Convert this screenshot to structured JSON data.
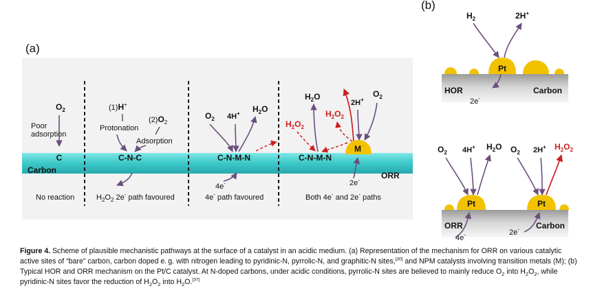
{
  "panel_a": {
    "tag": "(a)",
    "carbon_label": "Carbon",
    "orr_label": "ORR",
    "sections": [
      {
        "site": "C",
        "o2": "O",
        "o2_sub": "2",
        "note_line1": "Poor",
        "note_line2": "adsorption",
        "footer": "No reaction"
      },
      {
        "site": "C-N-C",
        "step1_num": "(1)",
        "step1_species": "H",
        "step1_sup": "+",
        "step1_label": "Protonation",
        "step2_num": "(2)",
        "step2_species": "O",
        "step2_sub": "2",
        "step2_label": "Adsorption",
        "footer_prefix": "H",
        "footer_sub": "2",
        "footer_mid": "O",
        "footer_sub2": "2",
        "footer_rest": " 2e",
        "footer_sup": "-",
        "footer_end": " path favoured"
      },
      {
        "site": "C-N-M-N",
        "o2": "O",
        "o2_sub": "2",
        "h": "4H",
        "h_sup": "+",
        "product": "H",
        "product_sub": "2",
        "product_end": "O",
        "electrons": "4e",
        "electrons_sup": "-",
        "footer": "4e",
        "footer_sup": "-",
        "footer_end": " path favoured"
      },
      {
        "site": "C-N-M-N",
        "metal": "M",
        "h2o2_left": "H",
        "h2o2_left_sub": "2",
        "h2o2_left_mid": "O",
        "h2o2_left_sub2": "2",
        "h2o": "H",
        "h2o_sub": "2",
        "h2o_end": "O",
        "h2o2_mid": "H",
        "h2o2_mid_sub": "2",
        "h2o2_mid_mid": "O",
        "h2o2_mid_sub2": "2",
        "h": "2H",
        "h_sup": "+",
        "o2": "O",
        "o2_sub": "2",
        "electrons": "2e",
        "electrons_sup": "-",
        "footer_prefix": "Both 4e",
        "footer_sup": "-",
        "footer_mid": " and 2e",
        "footer_sup2": "-",
        "footer_end": " paths"
      }
    ]
  },
  "panel_b": {
    "tag": "(b)",
    "top": {
      "h2": "H",
      "h2_sub": "2",
      "hplus": "2H",
      "hplus_sup": "+",
      "pt": "Pt",
      "left_label": "HOR",
      "right_label": "Carbon",
      "electrons": "2e",
      "electrons_sup": "-"
    },
    "bottom": {
      "o2_a": "O",
      "o2_a_sub": "2",
      "h_a": "4H",
      "h_a_sup": "+",
      "h2o": "H",
      "h2o_sub": "2",
      "h2o_end": "O",
      "o2_b": "O",
      "o2_b_sub": "2",
      "h_b": "2H",
      "h_b_sup": "+",
      "h2o2": "H",
      "h2o2_sub": "2",
      "h2o2_mid": "O",
      "h2o2_sub2": "2",
      "pt1": "Pt",
      "pt2": "Pt",
      "left_label": "ORR",
      "right_label": "Carbon",
      "electrons_a": "4e",
      "electrons_a_sup": "-",
      "electrons_b": "2e",
      "electrons_b_sup": "-"
    }
  },
  "caption": {
    "label": "Figure 4.",
    "t1": " Scheme of plausible mechanistic pathways at the surface of a catalyst in an acidic medium. (a) Representation of the mechanism for ORR on various catalytic active sites of “bare” carbon, carbon doped e. g. with nitrogen leading to pyridinic-N, pyrrolic-N, and graphitic-N sites,",
    "ref1": "[30]",
    "t2": " and NPM catalysts involving transition metals (M); (b) Typical HOR and ORR mechanism on the Pt/C catalyst. At N-doped carbons, under acidic conditions, pyrrolic-N sites are believed to mainly reduce O",
    "s1": "2",
    "t3": " into H",
    "s2": "2",
    "t4": "O",
    "s3": "2",
    "t5": ", while pyridinic-N sites favor the reduction of H",
    "s4": "2",
    "t6": "O",
    "s5": "2",
    "t7": " into H",
    "s6": "2",
    "t8": "O.",
    "ref2": "[37]"
  },
  "colors": {
    "panel_bg": "#f2f2f2",
    "teal": "#3cc8c8",
    "arrow": "#6b4e7e",
    "red": "#cc1f1f",
    "gold": "#f2c200"
  }
}
